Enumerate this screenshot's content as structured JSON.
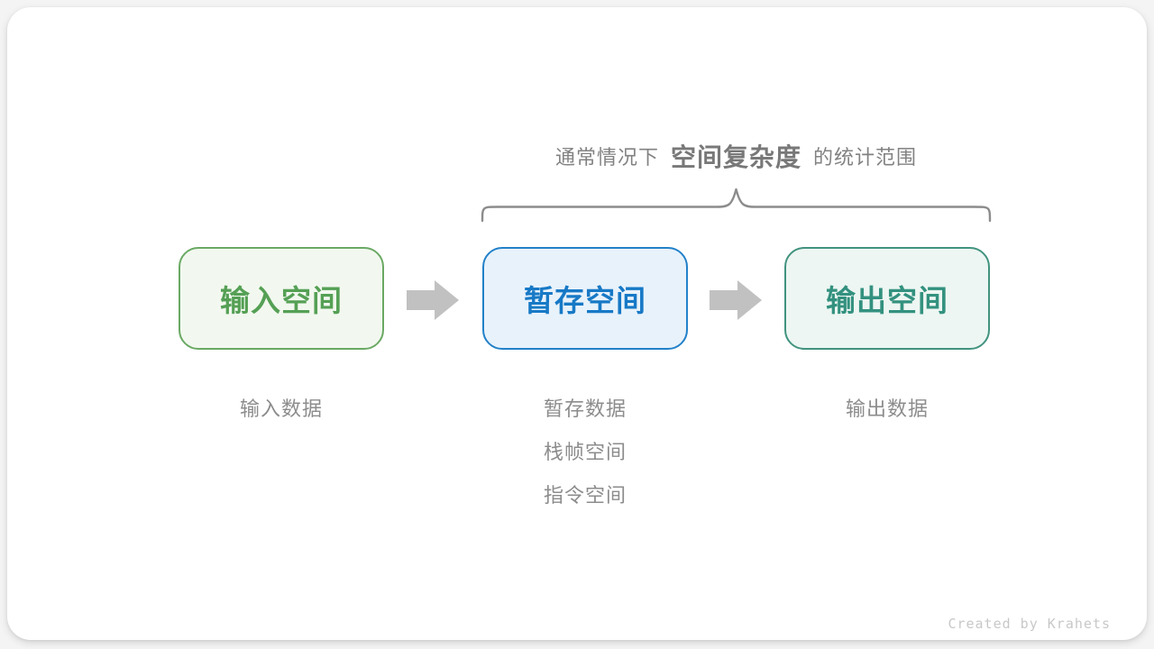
{
  "title": {
    "prefix": "通常情况下",
    "highlight": "空间复杂度",
    "suffix": "的统计范围"
  },
  "boxes": [
    {
      "id": "input-space",
      "label": "输入空间",
      "text_color": "#55a055",
      "border_color": "#6aa964",
      "fill_color": "#f2f8ef"
    },
    {
      "id": "temp-space",
      "label": "暂存空间",
      "text_color": "#1779c6",
      "border_color": "#2281c9",
      "fill_color": "#e8f2fb"
    },
    {
      "id": "output-space",
      "label": "输出空间",
      "text_color": "#33917f",
      "border_color": "#41937f",
      "fill_color": "#edf6f2"
    }
  ],
  "captions": [
    {
      "lines": [
        "输入数据"
      ]
    },
    {
      "lines": [
        "暂存数据",
        "栈帧空间",
        "指令空间"
      ]
    },
    {
      "lines": [
        "输出数据"
      ]
    }
  ],
  "colors": {
    "arrow": "#c1c1c1",
    "brace": "#8c8c8c",
    "title_text": "#828282",
    "caption_text": "#8c8c8c",
    "credit_text": "#c8c8c8",
    "card_background": "#ffffff",
    "page_background": "#f4f4f4"
  },
  "credit": "Created by Krahets"
}
